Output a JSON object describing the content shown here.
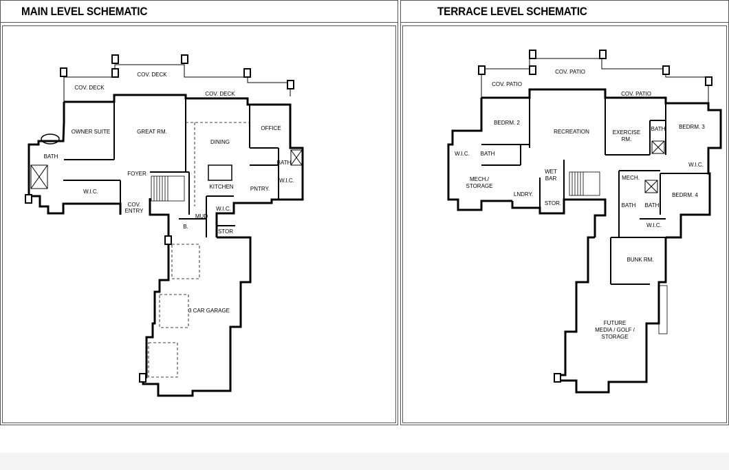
{
  "panels": {
    "main": {
      "title": "MAIN LEVEL SCHEMATIC",
      "rooms": {
        "cov_deck_left": "COV. DECK",
        "cov_deck_top": "COV. DECK",
        "cov_deck_right": "COV. DECK",
        "owner_suite": "OWNER SUITE",
        "great_rm": "GREAT RM.",
        "dining": "DINING",
        "office": "OFFICE",
        "bath_left": "BATH",
        "bath_right": "BATH",
        "foyer": "FOYER",
        "kitchen": "KITCHEN",
        "pntry": "PNTRY.",
        "wic_left": "W.I.C.",
        "wic_right": "W.I.C.",
        "wic_mud": "W.I.C.",
        "cov": "COV.",
        "entry": "ENTRY",
        "mud": "MUD",
        "b": "B.",
        "stor": "STOR",
        "garage": "3 CAR GARAGE"
      }
    },
    "terrace": {
      "title": "TERRACE LEVEL SCHEMATIC",
      "rooms": {
        "cov_patio_top": "COV. PATIO",
        "cov_patio_left": "COV. PATIO",
        "cov_patio_right": "COV. PATIO",
        "bedrm2": "BEDRM. 2",
        "recreation": "RECREATION",
        "exercise": "EXERCISE",
        "exercise2": "RM.",
        "bath_ex": "BATH",
        "bedrm3": "BEDRM. 3",
        "wic_a": "W.I.C.",
        "bath_a": "BATH",
        "mech_storage": "MECH./",
        "mech_storage2": "STORAGE",
        "wet": "WET",
        "bar": "BAR",
        "lndry": "LNDRY.",
        "stor": "STOR.",
        "mech": "MECH.",
        "wic_b": "W.I.C.",
        "bedrm4": "BEDRM. 4",
        "bath_b": "BATH",
        "bath_c": "BATH",
        "wic_c": "W.I.C.",
        "bunk": "BUNK RM.",
        "future": "FUTURE",
        "future2": "MEDIA / GOLF /",
        "future3": "STORAGE"
      }
    }
  }
}
